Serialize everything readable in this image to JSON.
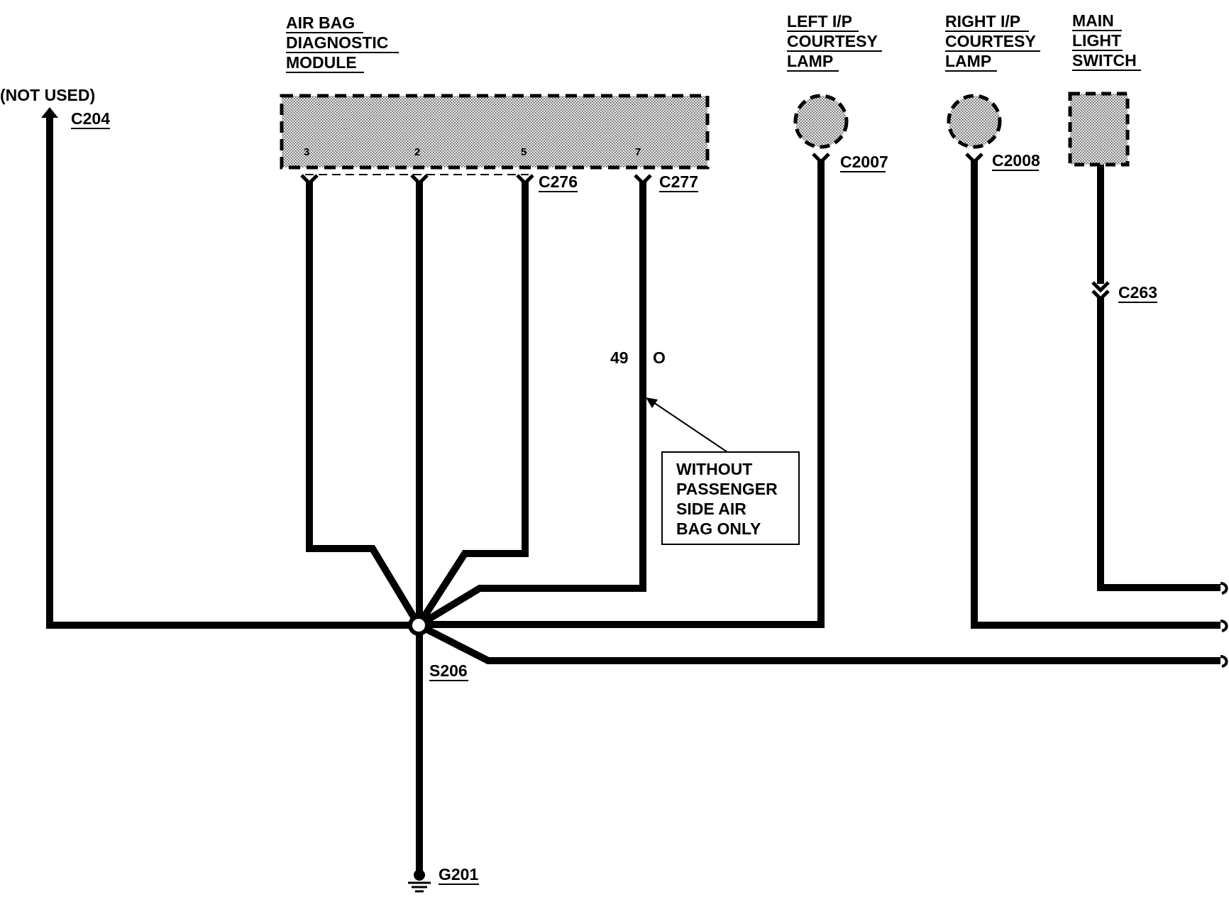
{
  "components": {
    "abdm": {
      "title": [
        "AIR BAG",
        "DIAGNOSTIC",
        "MODULE"
      ],
      "pins": [
        "3",
        "2",
        "5",
        "7"
      ]
    },
    "left_lamp": {
      "title": [
        "LEFT I/P",
        "COURTESY",
        "LAMP"
      ]
    },
    "right_lamp": {
      "title": [
        "RIGHT I/P",
        "COURTESY",
        "LAMP"
      ]
    },
    "main_switch": {
      "title": [
        "MAIN",
        "LIGHT",
        "SWITCH"
      ]
    }
  },
  "connectors": {
    "not_used": "(NOT USED)",
    "c204": "C204",
    "c276": "C276",
    "c277": "C277",
    "c2007": "C2007",
    "c2008": "C2008",
    "c263": "C263"
  },
  "circuit": {
    "number": "49",
    "color": "O"
  },
  "note": [
    "WITHOUT",
    "PASSENGER",
    "SIDE AIR",
    "BAG ONLY"
  ],
  "splice": "S206",
  "ground": "G201",
  "colors": {
    "ink": "#000000",
    "component_fill": "#d3d3d3"
  }
}
